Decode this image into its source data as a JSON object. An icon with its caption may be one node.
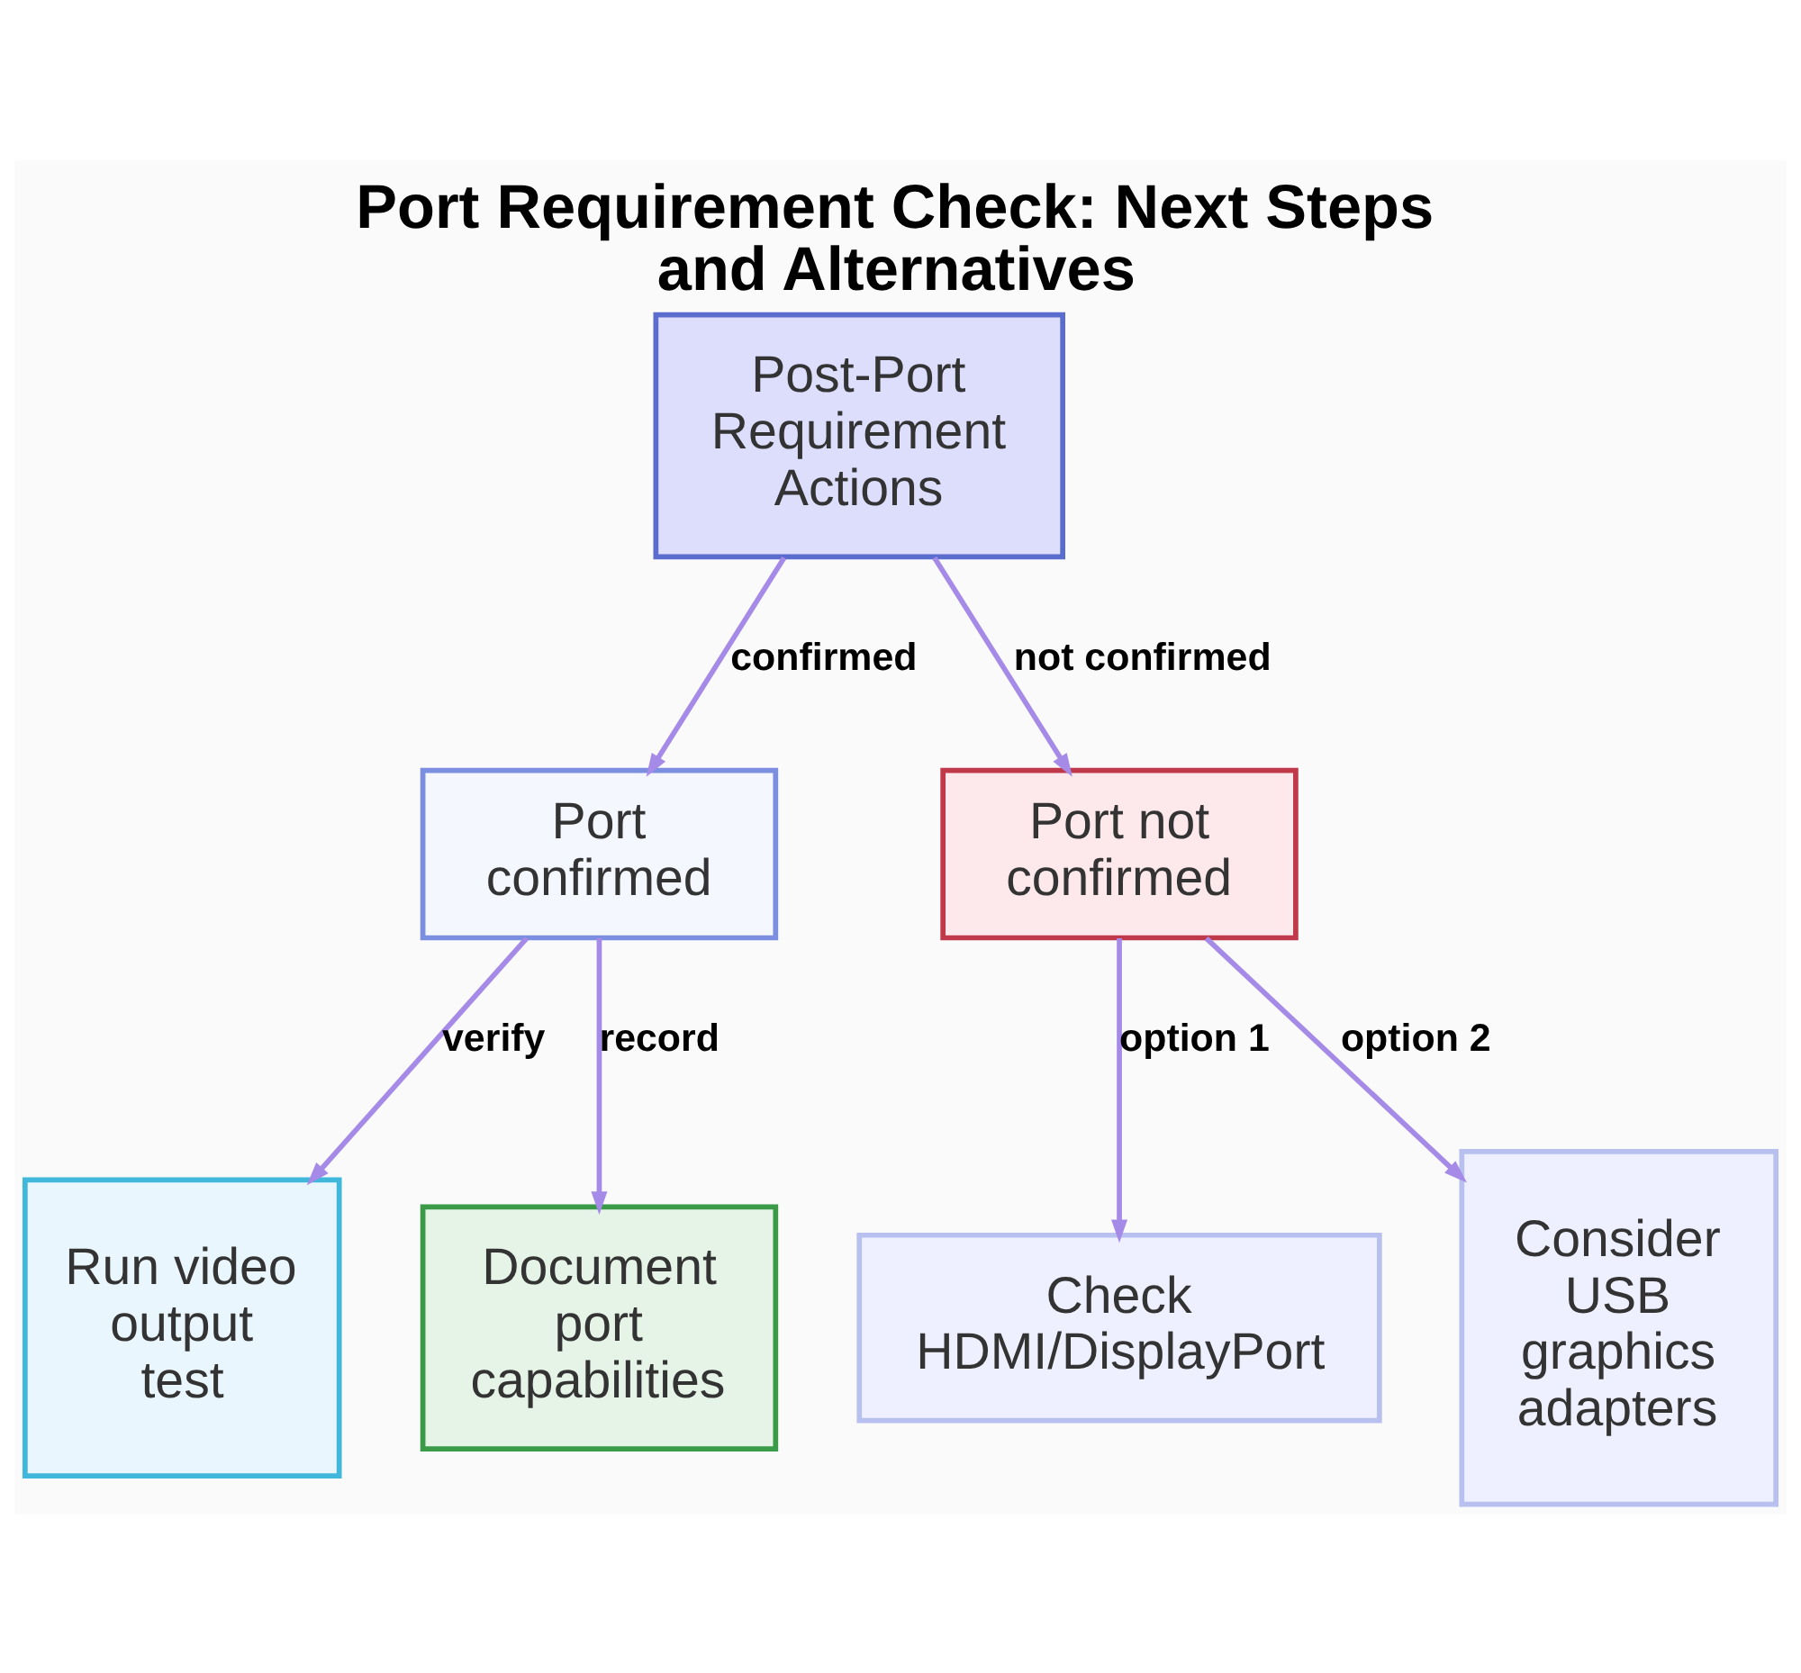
{
  "diagram": {
    "title": "Port Requirement Check: Next Steps and Alternatives",
    "nodes": [
      {
        "text": [
          "Post-Port Requirement Actions"
        ]
      },
      {
        "text": [
          "Port confirmed"
        ]
      },
      {
        "text": [
          "Port not confirmed"
        ]
      },
      {
        "text": [
          "Run video output test"
        ]
      },
      {
        "text": [
          "Document port capabilities"
        ]
      },
      {
        "text": [
          "Check HDMI/DisplayPort"
        ]
      },
      {
        "text": [
          "Consider USB graphics adapters"
        ]
      }
    ],
    "edges": [
      {
        "from": 0,
        "to": 1,
        "arrow": "to",
        "label": "confirmed"
      },
      {
        "from": 0,
        "to": 2,
        "arrow": "to",
        "label": "not confirmed"
      },
      {
        "from": 1,
        "to": 3,
        "arrow": "to",
        "label": "verify"
      },
      {
        "from": 1,
        "to": 4,
        "arrow": "to",
        "label": "record"
      },
      {
        "from": 2,
        "to": 5,
        "arrow": "to",
        "label": "option 1"
      },
      {
        "from": 2,
        "to": 6,
        "arrow": "to",
        "label": "option 2"
      }
    ]
  }
}
